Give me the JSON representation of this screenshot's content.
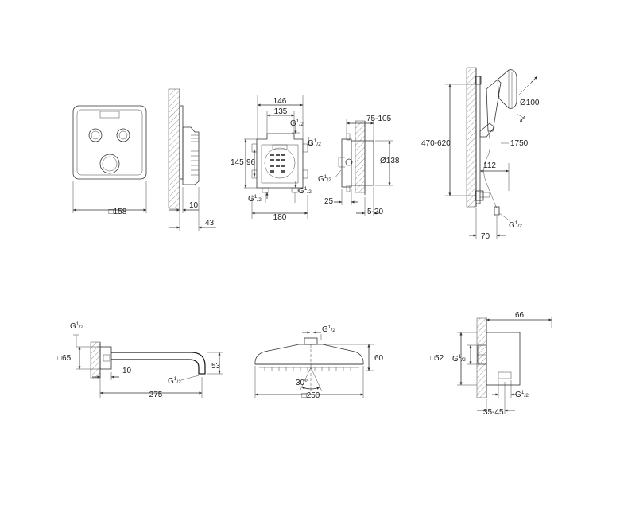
{
  "mixer_plate": {
    "width_label": "□158"
  },
  "mixer_side": {
    "depth_1": "10",
    "depth_2": "43"
  },
  "rough_in_front": {
    "width_top_1": "146",
    "width_top_2": "135",
    "height_1": "145",
    "height_2": "96",
    "width_bottom": "180",
    "thread_main": "G",
    "thread_sup": "1",
    "thread_sub": "/2"
  },
  "rough_in_side": {
    "depth_range": "75-105",
    "diameter": "Ø138",
    "offset": "25",
    "depth_min_range": "5-20",
    "thread_main": "G",
    "thread_sup": "1",
    "thread_sub": "/2"
  },
  "shower_rail": {
    "height_range": "470-620",
    "head_diameter": "Ø100",
    "hose_length": "1750",
    "spacing": "112",
    "wall_offset": "70",
    "thread_main": "G",
    "thread_sup": "1",
    "thread_sub": "/2"
  },
  "spout": {
    "flange_label": "□65",
    "depth": "10",
    "length": "275",
    "height": "53",
    "thread_main": "G",
    "thread_sup": "1",
    "thread_sub": "/2"
  },
  "head_shower": {
    "height": "60",
    "angle": "30°",
    "width_label": "□250",
    "thread_main": "G",
    "thread_sup": "1",
    "thread_sub": "/2"
  },
  "wall_outlet": {
    "width": "66",
    "flange_label": "□52",
    "depth_range": "35-45",
    "thread_main": "G",
    "thread_sup": "1",
    "thread_sub": "/2"
  }
}
